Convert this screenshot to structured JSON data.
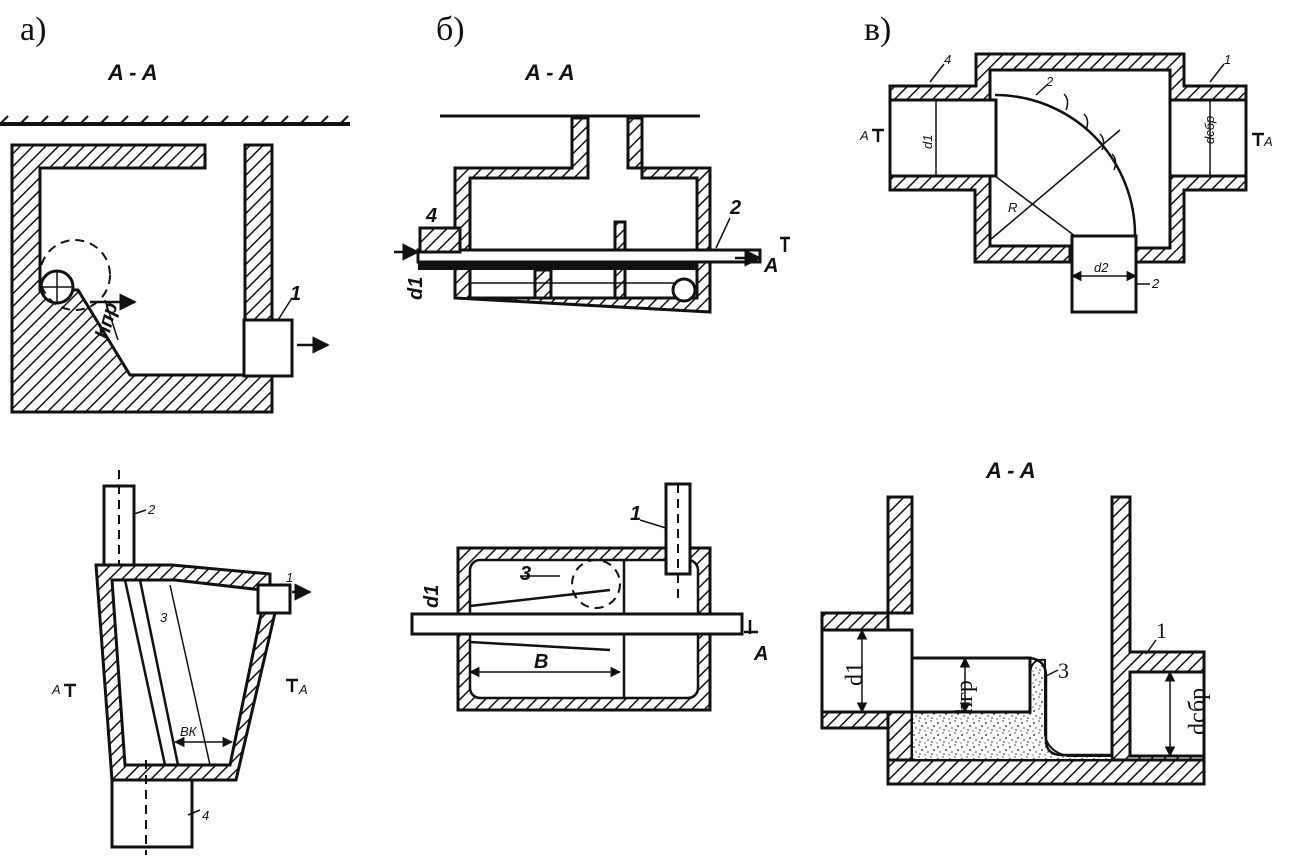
{
  "panels": {
    "a": {
      "letter": "а)",
      "section_label": "A - A",
      "callout_outlet": "1",
      "callout_side_pipe": "2",
      "callout_channel": "3",
      "callout_inlet": "4",
      "dim_sand": "hпр",
      "dim_width": "BК",
      "cut_left": "A",
      "cut_right": "A"
    },
    "b": {
      "letter": "б)",
      "section_label": "A - A",
      "callout_inlet": "4",
      "callout_outlet_pipe": "2",
      "callout_top_pipe": "1",
      "callout_channel": "3",
      "dim_d1_top": "d1",
      "dim_d1_bottom": "d1",
      "dim_width": "B",
      "cut_top": "A",
      "cut_bottom": "A"
    },
    "c": {
      "letter": "в)",
      "section_label": "A - A",
      "callout_inlet": "4",
      "callout_outlet": "1",
      "callout_bend": "2",
      "callout_branch": "2",
      "callout_sand": "3",
      "callout_outlet_bottom": "1",
      "dim_d1_top": "d1",
      "dim_dsbr_top": "dсбр",
      "dim_d2": "d2",
      "dim_r": "R",
      "dim_d1_bottom": "d1",
      "dim_hgr": "hгр",
      "dim_dsbr_bottom": "dсбр",
      "cut_left": "A",
      "cut_right": "A"
    }
  }
}
